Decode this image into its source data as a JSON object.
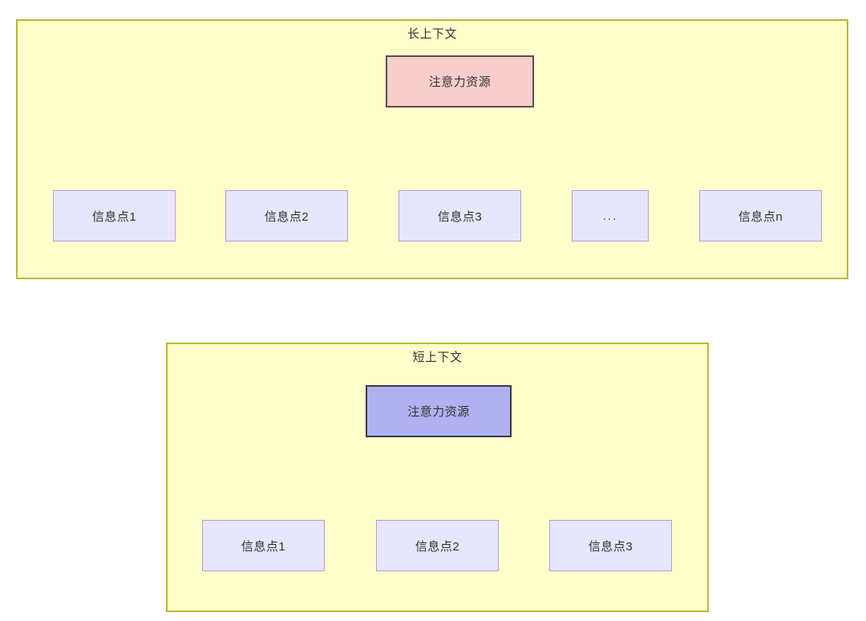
{
  "diagram": {
    "type": "flowchart",
    "groups": [
      {
        "id": "long-context",
        "title": "长上下文",
        "fill": "#ffffcc",
        "stroke": "#b8b832",
        "root": {
          "label": "注意力资源",
          "fill": "#f8cecc",
          "stroke": "#56504f"
        },
        "leaves": [
          {
            "label": "信息点1",
            "fill": "#e6e6fc",
            "stroke": "#b39ddb"
          },
          {
            "label": "信息点2",
            "fill": "#e6e6fc",
            "stroke": "#b39ddb"
          },
          {
            "label": "信息点3",
            "fill": "#e6e6fc",
            "stroke": "#b39ddb"
          },
          {
            "label": "...",
            "fill": "#e6e6fc",
            "stroke": "#b39ddb"
          },
          {
            "label": "信息点n",
            "fill": "#e6e6fc",
            "stroke": "#b39ddb"
          }
        ]
      },
      {
        "id": "short-context",
        "title": "短上下文",
        "fill": "#ffffcc",
        "stroke": "#b8b832",
        "root": {
          "label": "注意力资源",
          "fill": "#b1b0f0",
          "stroke": "#3b3b47"
        },
        "leaves": [
          {
            "label": "信息点1",
            "fill": "#e6e6fc",
            "stroke": "#b39ddb"
          },
          {
            "label": "信息点2",
            "fill": "#e6e6fc",
            "stroke": "#b39ddb"
          },
          {
            "label": "信息点3",
            "fill": "#e6e6fc",
            "stroke": "#b39ddb"
          }
        ]
      }
    ],
    "edge_color": "#2b2b2b",
    "text_color": "#333333",
    "background": "#ffffff"
  }
}
